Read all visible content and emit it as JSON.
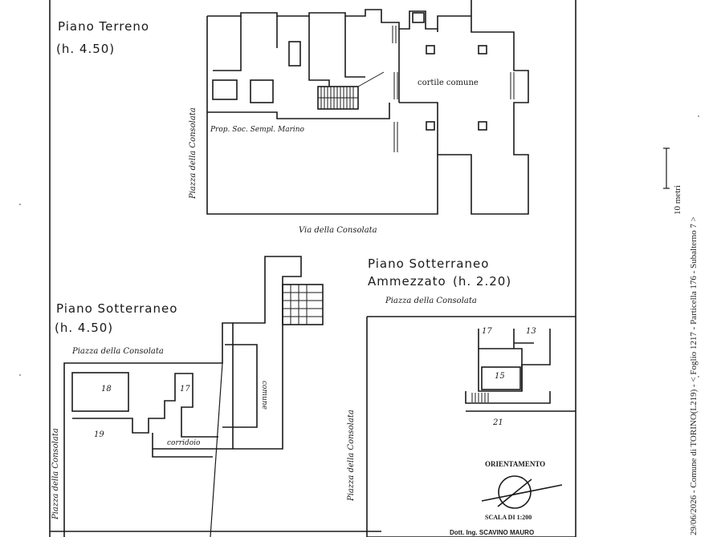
{
  "ground_floor": {
    "title": "Piano Terreno",
    "height": "(h. 4.50)"
  },
  "ground_labels": {
    "courtyard": "cortile comune",
    "property": "Prop. Soc. Sempl. Marino",
    "street_left": "Piazza della Consolata",
    "street_bottom": "Via della Consolata"
  },
  "basement": {
    "title": "Piano Sotterraneo",
    "height": "(h. 4.50)",
    "street_top": "Piazza della Consolata",
    "street_left": "Piazza della Consolata",
    "room_18": "18",
    "room_17": "17",
    "room_19": "19",
    "corridor": "corridoio",
    "common": "comune"
  },
  "mezzanine": {
    "title_line1": "Piano Sotterraneo",
    "title_line2": "Ammezzato",
    "height": "(h. 2.20)",
    "street_top": "Piazza della Consolata",
    "street_left": "Piazza della Consolata",
    "room_17": "17",
    "room_13": "13",
    "room_15": "15",
    "room_21": "21"
  },
  "orientation": {
    "label": "ORIENTAMENTO",
    "scale": "SCALA DI 1:200"
  },
  "footer": {
    "signature": "Dott. Ing. SCAVINO MAURO"
  },
  "side_text": "29/06/2026 - Comune di TORINO(L219) - < Foglio 1217 - Particella 176 - Subalterno 7 >",
  "scale_bar_label": "10 metri"
}
